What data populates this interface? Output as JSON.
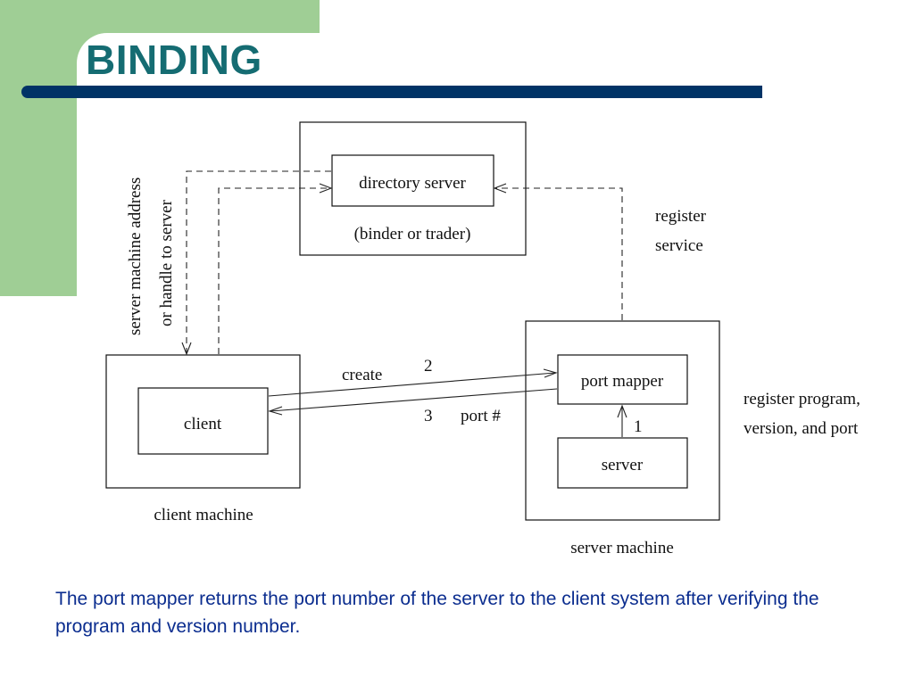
{
  "slide": {
    "title": "BINDING",
    "caption": "The port mapper returns the port number of the server to the client system after verifying the program and version number."
  },
  "diagram": {
    "directory_box": {
      "inner_label": "directory  server",
      "sub_label": "(binder  or  trader)"
    },
    "client_machine": {
      "inner_label": "client",
      "machine_label": "client  machine"
    },
    "server_machine": {
      "port_mapper_label": "port  mapper",
      "server_label": "server",
      "machine_label": "server  machine"
    },
    "vertical_labels": {
      "line1": "server  machine  address",
      "line2": "or  handle  to  server"
    },
    "register_service": {
      "line1": "register",
      "line2": "service"
    },
    "register_program": {
      "line1": "register  program,",
      "line2": "version,  and  port"
    },
    "arrows": {
      "create_label": "create",
      "step2": "2",
      "step3": "3",
      "port_label": "port  #",
      "step1": "1"
    }
  },
  "colors": {
    "title": "#156c72",
    "accent_green": "#9fce95",
    "title_bar": "#003366",
    "caption": "#0b2d8f"
  }
}
